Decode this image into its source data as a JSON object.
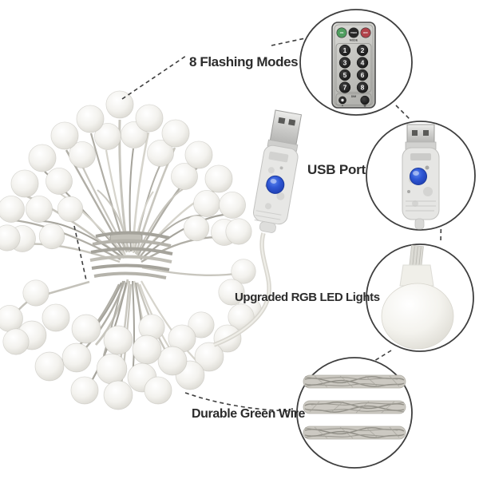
{
  "labels": {
    "flashing_modes": "8 Flashing Modes",
    "usb_port": "USB Port",
    "rgb_lights": "Upgraded RGB LED Lights",
    "green_wire": "Durable Green Wire"
  },
  "remote": {
    "power_buttons": [
      {
        "label": "ON",
        "color": "#4f9e5f"
      },
      {
        "label": "TIMER",
        "color": "#262626"
      },
      {
        "label": "OFF",
        "color": "#b2434b"
      }
    ],
    "mode_label": "MODE",
    "number_buttons": [
      "1",
      "2",
      "3",
      "4",
      "5",
      "6",
      "7",
      "8"
    ],
    "dim_label": "DIM",
    "minus": "-",
    "plus": "+"
  },
  "colors": {
    "outline": "#3e3e3e",
    "label_text": "#2c2c2c",
    "controller_button_blue": "#2f57d4",
    "bulb_white": "#f2f1ec",
    "wire_gray": "#ccc9c2"
  }
}
